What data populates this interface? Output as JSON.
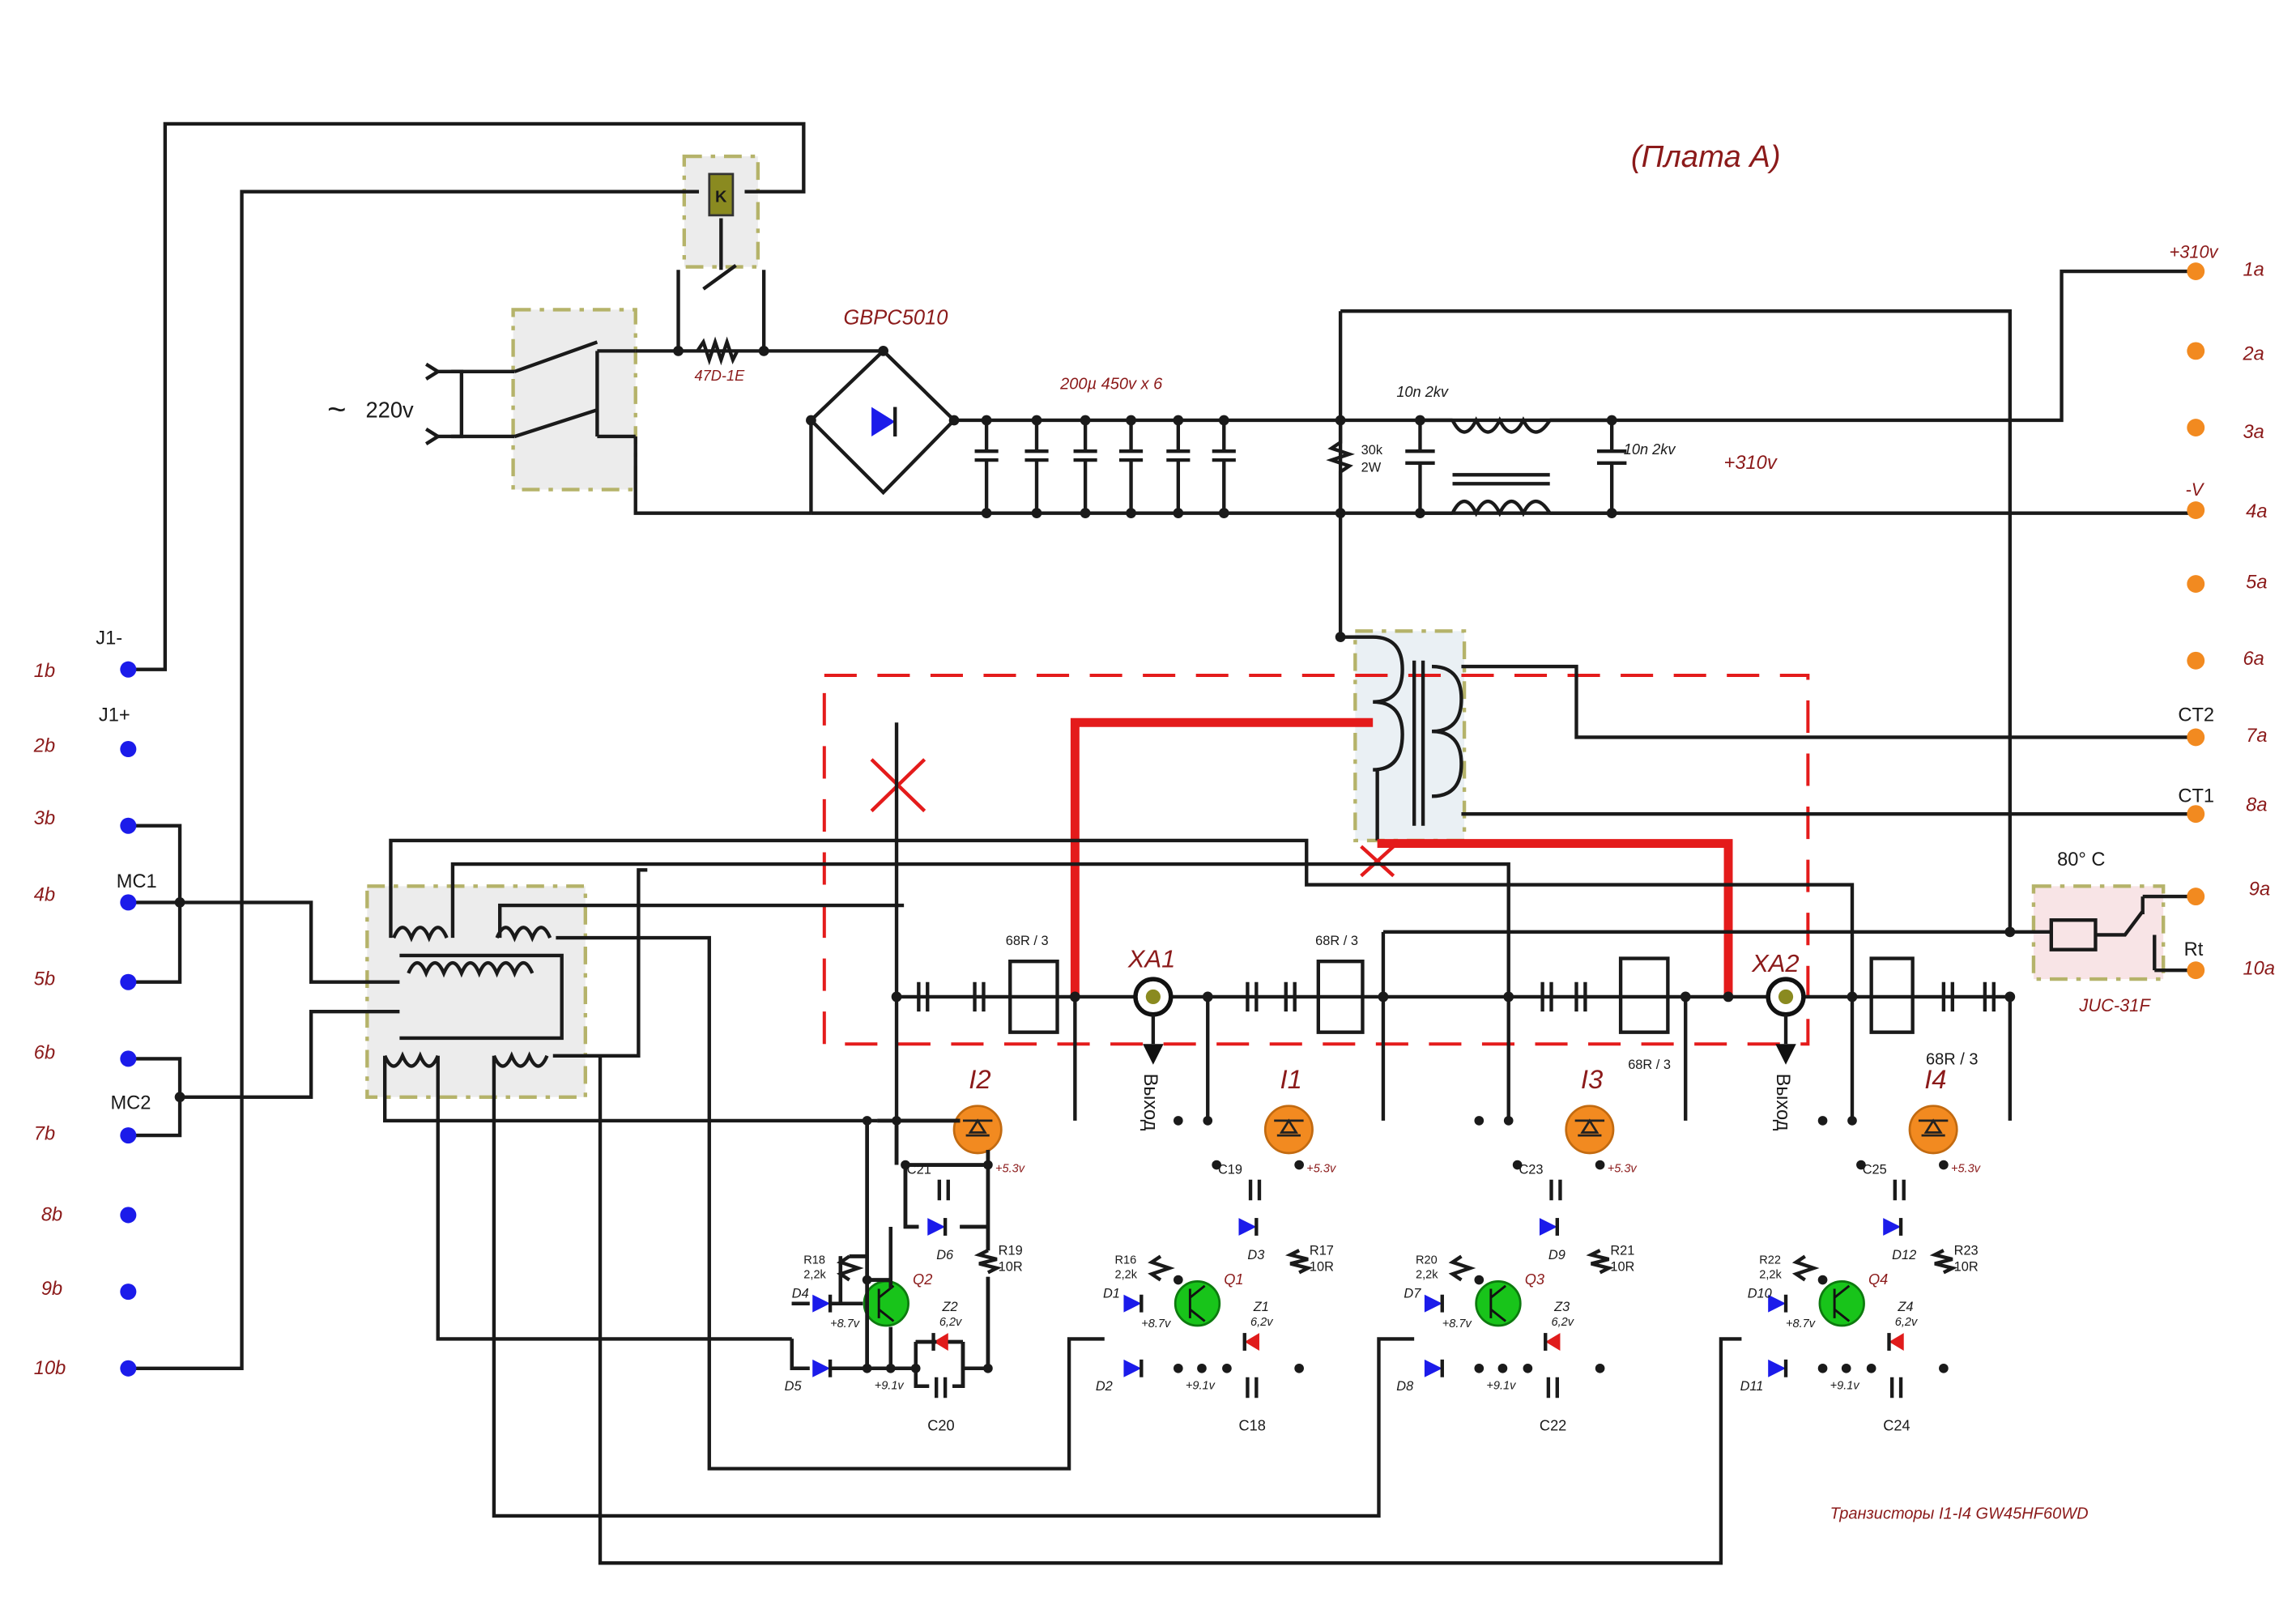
{
  "title": "(Плата А)",
  "power": {
    "mains": "220v",
    "tilde": "~",
    "bridge": "GBPC5010",
    "ntc": "47D-1E",
    "relay": "K",
    "caps": "200µ  450v x 6",
    "res30k_1": "30k",
    "res30k_2": "2W",
    "cap_a": "10n 2kv",
    "cap_b": "10n 2kv",
    "plus310": "+310v"
  },
  "pins_left": {
    "names": [
      "1b",
      "2b",
      "3b",
      "4b",
      "5b",
      "6b",
      "7b",
      "8b",
      "9b",
      "10b"
    ],
    "j1m": "J1-",
    "j1p": "J1+",
    "mc1": "MC1",
    "mc2": "MC2"
  },
  "pins_right": {
    "names": [
      "1a",
      "2a",
      "3a",
      "4a",
      "5a",
      "6a",
      "7a",
      "8a",
      "9a",
      "10a"
    ],
    "p310": "+310v",
    "minusv": "-V",
    "ct2": "CT2",
    "ct1": "CT1",
    "temp": "80° C",
    "rt": "Rt",
    "thermo": "JUC-31F"
  },
  "outputs": {
    "xa1": "XA1",
    "xa2": "XA2",
    "out1": "Выход",
    "out2": "Выход"
  },
  "snubber": {
    "r1": "68R / 3",
    "r2": "68R / 3",
    "r3": "68R / 3",
    "r4": "68R / 3"
  },
  "drivers": [
    {
      "igbt": "I2",
      "plus53": "+5.3v",
      "cap_top": "C21",
      "diode_top": "D6",
      "res_gate": "R19",
      "res_gate_v": "10R",
      "res_b": "R18",
      "res_b_v": "2,2k",
      "d_up": "D4",
      "d_dn": "D5",
      "q": "Q2",
      "zener": "Z2",
      "zener_v": "6,2v",
      "v87": "+8.7v",
      "v91": "+9.1v",
      "cap_bot": "C20"
    },
    {
      "igbt": "I1",
      "plus53": "+5.3v",
      "cap_top": "C19",
      "diode_top": "D3",
      "res_gate": "R17",
      "res_gate_v": "10R",
      "res_b": "R16",
      "res_b_v": "2,2k",
      "d_up": "D1",
      "d_dn": "D2",
      "q": "Q1",
      "zener": "Z1",
      "zener_v": "6,2v",
      "v87": "+8.7v",
      "v91": "+9.1v",
      "cap_bot": "C18"
    },
    {
      "igbt": "I3",
      "plus53": "+5.3v",
      "cap_top": "C23",
      "diode_top": "D9",
      "res_gate": "R21",
      "res_gate_v": "10R",
      "res_b": "R20",
      "res_b_v": "2,2k",
      "d_up": "D7",
      "d_dn": "D8",
      "q": "Q3",
      "zener": "Z3",
      "zener_v": "6,2v",
      "v87": "+8.7v",
      "v91": "+9.1v",
      "cap_bot": "C22"
    },
    {
      "igbt": "I4",
      "plus53": "+5.3v",
      "cap_top": "C25",
      "diode_top": "D12",
      "res_gate": "R23",
      "res_gate_v": "10R",
      "res_b": "R22",
      "res_b_v": "2,2k",
      "d_up": "D10",
      "d_dn": "D11",
      "q": "Q4",
      "zener": "Z4",
      "zener_v": "6,2v",
      "v87": "+8.7v",
      "v91": "+9.1v",
      "cap_bot": "C24"
    }
  ],
  "note": "Транзисторы I1-I4  GW45HF60WD",
  "colors": {
    "wire": "#1a1a1a",
    "highlight": "#e41b1b",
    "label": "#8b1a1a",
    "pin_left": "#1b1bea",
    "pin_right": "#f28a20",
    "igbt": "#f28a20",
    "bjt": "#18c41a",
    "diode": "#1b1bea",
    "zener": "#e01b1b"
  }
}
